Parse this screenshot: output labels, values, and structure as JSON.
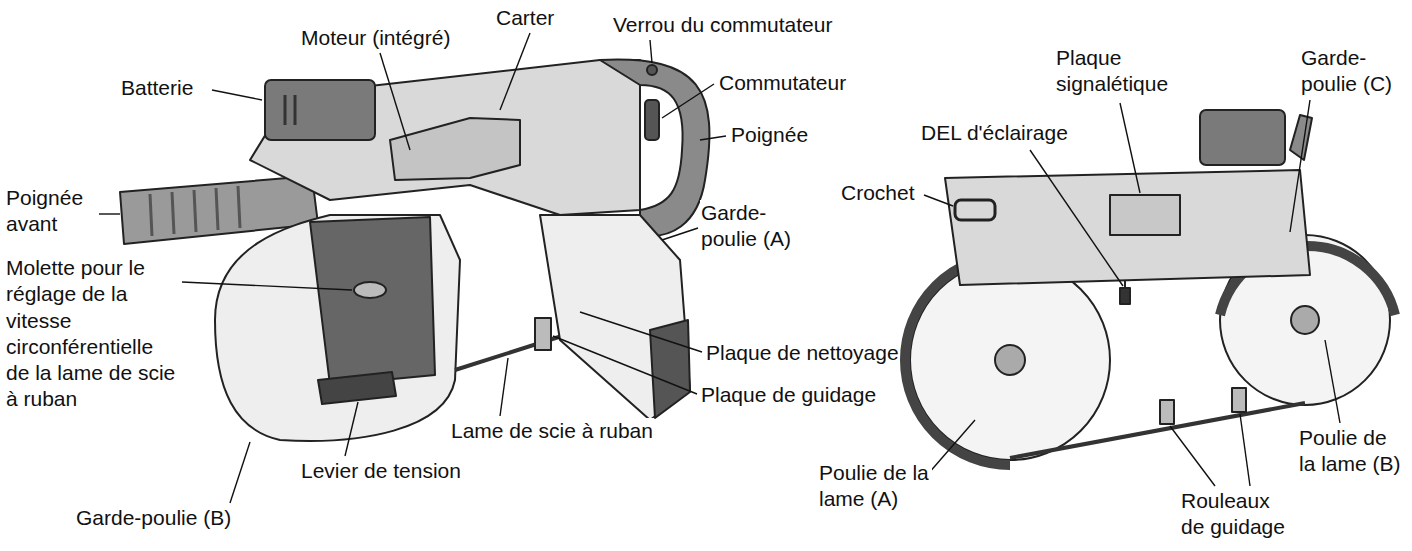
{
  "diagram": {
    "labels": [
      "Moteur (intégré)",
      "Carter",
      "Verrou du commutateur",
      "Batterie",
      "Commutateur",
      "Poignée",
      "Poignée avant",
      "Garde-poulie (A)",
      "Molette pour le réglage de la vitesse circonférentielle de la lame de scie à ruban",
      "Plaque de nettoyage",
      "Plaque de guidage",
      "Lame de scie à ruban",
      "Levier de tension",
      "Garde-poulie (B)",
      "Plaque signalétique",
      "Garde-poulie (C)",
      "DEL d'éclairage",
      "Crochet",
      "Poulie de la lame (A)",
      "Rouleaux de guidage",
      "Poulie de la lame (B)"
    ]
  }
}
